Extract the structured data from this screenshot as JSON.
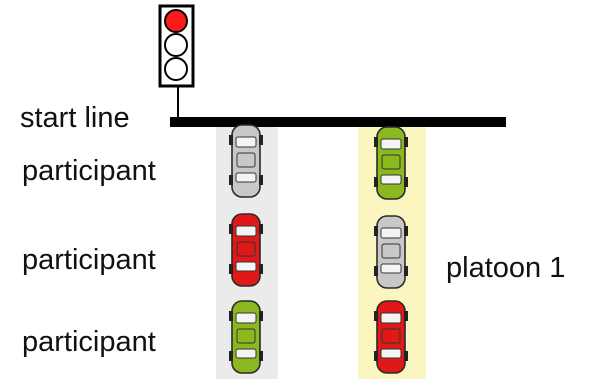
{
  "labels": {
    "start_line": "start line",
    "participant_1": "participant",
    "participant_2": "participant",
    "participant_3": "participant",
    "platoon": "platoon 1"
  },
  "traffic_light": {
    "lamps": [
      "red",
      "off",
      "off"
    ]
  },
  "colors": {
    "lane_left": "#ebebeb",
    "lane_right": "#fbf6c0",
    "lamp_red": "#ff1a1a",
    "lamp_off": "#ffffff",
    "car_gray": "#c8c8c8",
    "car_red": "#e01818",
    "car_green": "#8ab81e"
  },
  "lanes": [
    {
      "name": "participants-lane",
      "cars": [
        "gray",
        "red",
        "green"
      ]
    },
    {
      "name": "platoon-lane",
      "cars": [
        "green",
        "gray",
        "red"
      ]
    }
  ]
}
